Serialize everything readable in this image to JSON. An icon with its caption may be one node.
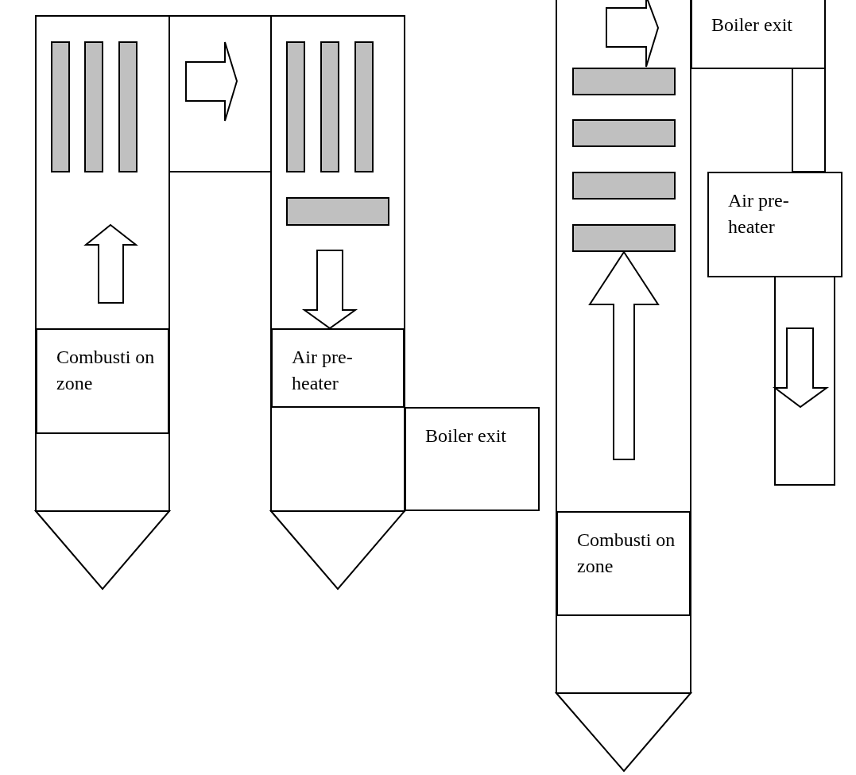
{
  "diagram": {
    "nodes": [
      {
        "text": [
          "Combusti on zone"
        ]
      },
      {
        "text": [
          "Air pre- heater"
        ]
      },
      {
        "text": [
          "Boiler exit"
        ]
      },
      {
        "text": [
          "Boiler exit"
        ]
      },
      {
        "text": [
          "Air pre- heater"
        ]
      },
      {
        "text": [
          "Combusti on zone"
        ]
      }
    ]
  }
}
